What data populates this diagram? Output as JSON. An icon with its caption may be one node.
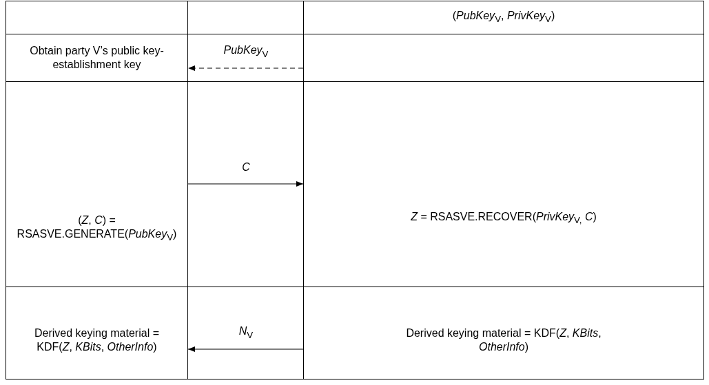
{
  "diagram": {
    "nodes": [
      {
        "text": [
          "(*PubKey*$_{V}$, *PrivKey*$_{V}$)"
        ]
      },
      {
        "text": [
          "Obtain party V’s public key-establishment key"
        ]
      },
      {
        "text": [],
        "shape": "box"
      },
      {
        "text": [
          "(*Z*, *C*) = RSASVE.GENERATE(*PubKey*$_{V}$)"
        ]
      },
      {
        "text": [
          "*Z* =  RSASVE.RECOVER(*PrivKey*$_{V,}$ *C*)"
        ]
      },
      {
        "text": [
          "Derived keying material = KDF(*Z*, *KBits*, *OtherInfo*)"
        ]
      },
      {
        "text": [
          "Derived keying material = KDF(*Z*, *KBits*, *OtherInfo*)"
        ]
      }
    ],
    "edges": [
      {
        "from": 2,
        "to": 1,
        "arrow": "to",
        "style": "dashed",
        "label": "*PubKey*$_{V}$"
      },
      {
        "from": 3,
        "to": 4,
        "arrow": "to",
        "label": "*C*"
      },
      {
        "from": 6,
        "to": 5,
        "arrow": "to",
        "label": "*N*$_{V}$"
      }
    ]
  }
}
